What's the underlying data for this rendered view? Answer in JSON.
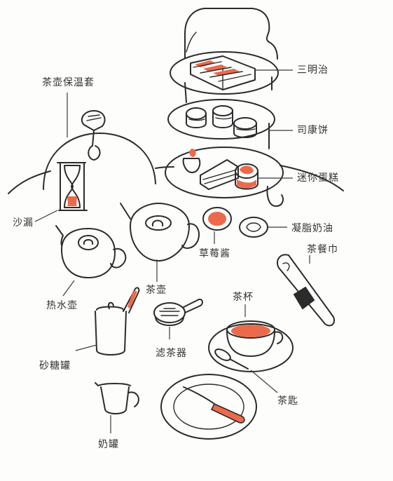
{
  "labels": {
    "tea_cosy": "茶壶保温套",
    "sandwich": "三明治",
    "scone": "司康饼",
    "mini_cake": "迷你蛋糕",
    "hourglass": "沙漏",
    "clotted_cream": "凝脂奶油",
    "jam": "草莓酱",
    "napkin": "茶餐巾",
    "kettle": "热水壶",
    "teapot": "茶壶",
    "teacup": "茶杯",
    "sugar_bowl": "砂糖罐",
    "strainer": "滤茶器",
    "teaspoon": "茶匙",
    "milk_jug": "奶罐"
  },
  "colors": {
    "ink": "#2b2b2b",
    "accent": "#ec6a4c",
    "background": "#fdfdfb"
  }
}
